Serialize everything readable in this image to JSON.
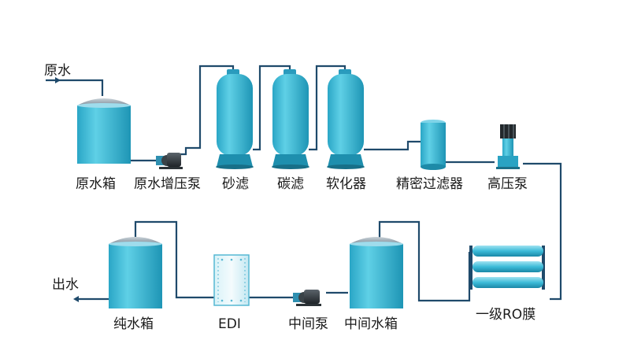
{
  "colors": {
    "pipe": "#1f4a6b",
    "tank_body": "#3bbcd6",
    "tank_dome": "#8a9aa6",
    "filter_body": "#35b4d2",
    "filter_dark": "#1d8aa8",
    "pump_body": "#2d3338",
    "edi_border": "#56b8d3"
  },
  "inlet_label": "原水",
  "outlet_label": "出水",
  "equipment": {
    "raw_tank": "原水箱",
    "booster_pump": "原水增压泵",
    "sand_filter": "砂滤",
    "carbon_filter": "碳滤",
    "softener": "软化器",
    "precision_filter": "精密过滤器",
    "hp_pump": "高压泵",
    "ro": "一级RO膜",
    "mid_tank": "中间水箱",
    "mid_pump": "中间泵",
    "edi": "EDI",
    "pure_tank": "纯水箱"
  }
}
